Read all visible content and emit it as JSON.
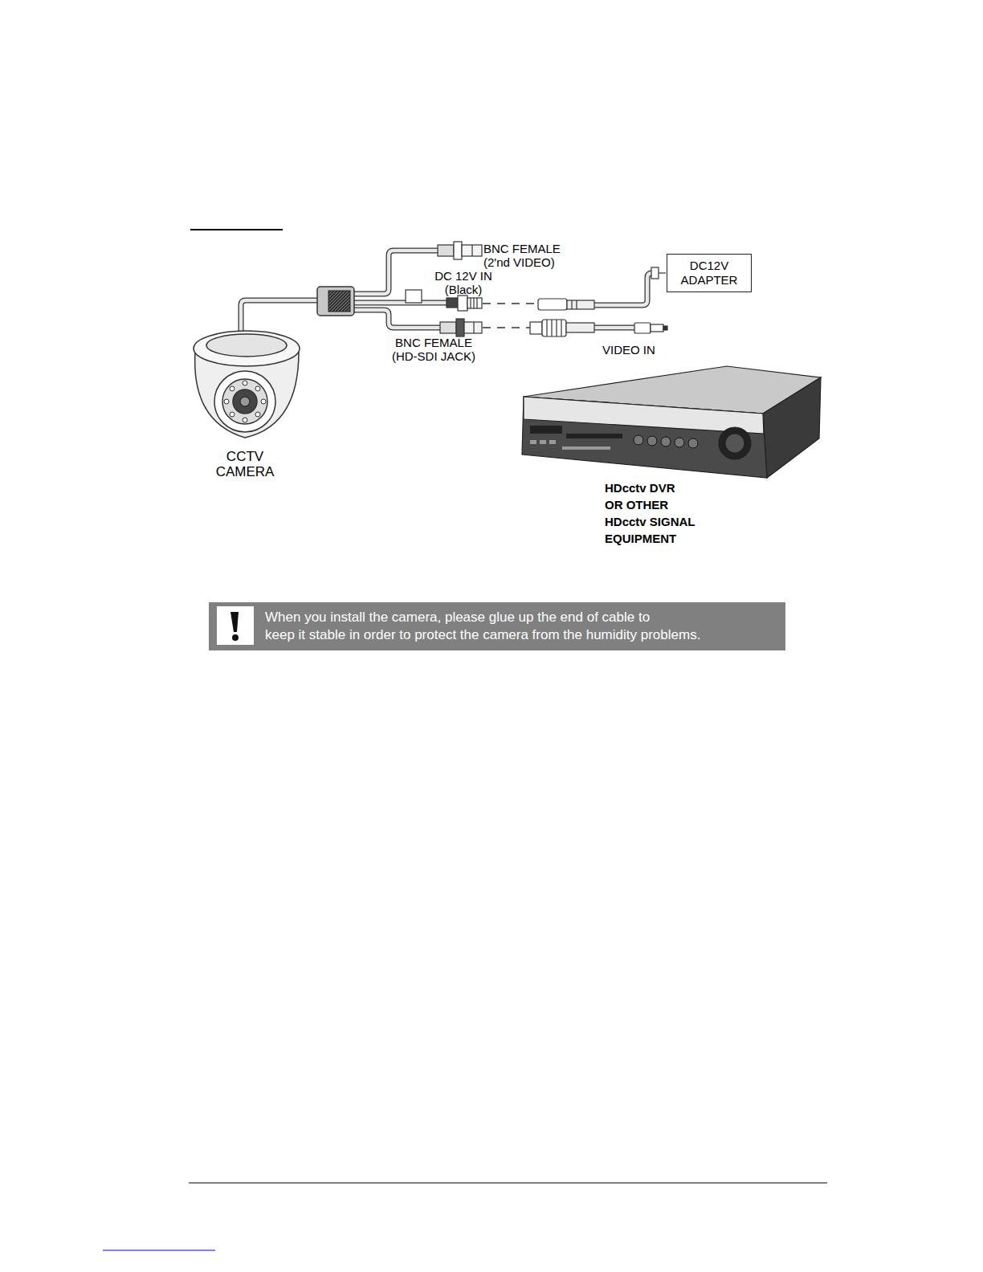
{
  "diagram": {
    "nodes": [
      {
        "text": [
          "DC12V ADAPTER"
        ]
      },
      {
        "text": [
          "When you install the camera, please glue up the end of cable to keep it stable in order to protect the camera from the humidity problems."
        ]
      }
    ],
    "labels": [
      "BNC FEMALE (2'nd VIDEO)",
      "DC 12V IN (Black)",
      "BNC FEMALE (HD-SDI JACK)",
      "VIDEO IN",
      "CCTV CAMERA",
      "HDcctv DVR OR OTHER HDcctv SIGNAL EQUIPMENT"
    ]
  }
}
